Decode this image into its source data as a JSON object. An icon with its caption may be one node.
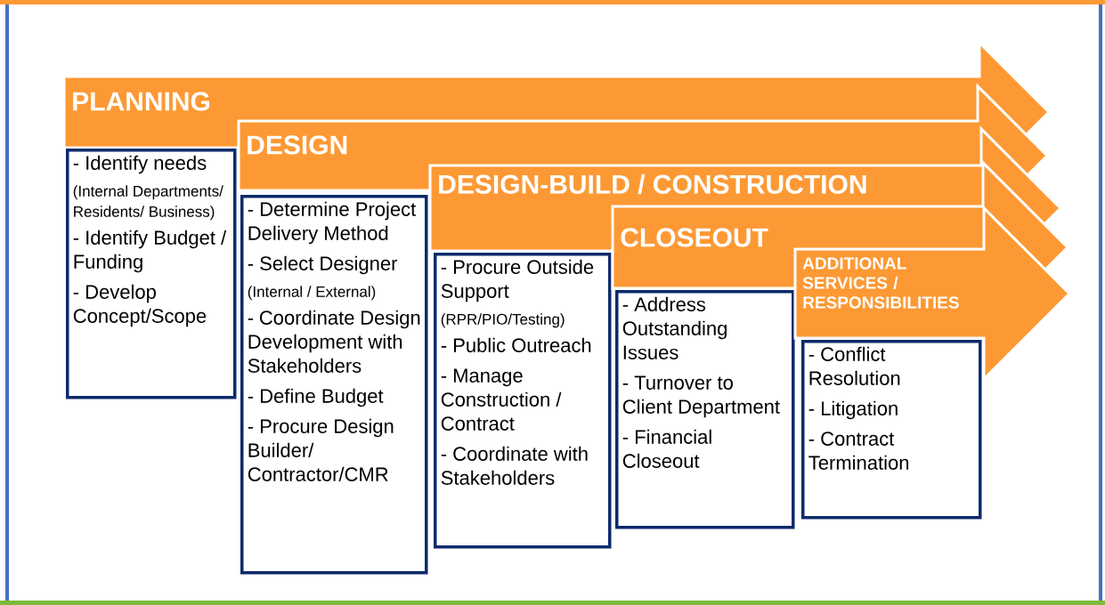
{
  "diagram": {
    "nodes": [
      {
        "text": [
          "PLANNING"
        ]
      },
      {
        "text": [
          "- Identify needs",
          "(Internal Departments/ Residents/ Business)",
          "- Identify Budget / Funding",
          "- Develop Concept/Scope"
        ]
      },
      {
        "text": [
          "DESIGN"
        ]
      },
      {
        "text": [
          "- Determine Project Delivery Method",
          "- Select Designer",
          "(Internal / External)",
          "- Coordinate Design Development with Stakeholders",
          "- Define Budget",
          "- Procure Design Builder/ Contractor/CMR"
        ]
      },
      {
        "text": [
          "DESIGN-BUILD / CONSTRUCTION"
        ]
      },
      {
        "text": [
          "- Procure Outside Support",
          "(RPR/PIO/Testing)",
          "- Public Outreach",
          "- Manage Construction / Contract",
          "- Coordinate with Stakeholders"
        ]
      },
      {
        "text": [
          "CLOSEOUT"
        ]
      },
      {
        "text": [
          "- Address Outstanding Issues",
          "- Turnover to Client Department",
          "- Financial Closeout"
        ]
      },
      {
        "text": [
          "ADDITIONAL SERVICES / RESPONSIBILITIES"
        ]
      },
      {
        "text": [
          "- Conflict Resolution",
          "- Litigation",
          "- Contract Termination"
        ]
      }
    ]
  }
}
